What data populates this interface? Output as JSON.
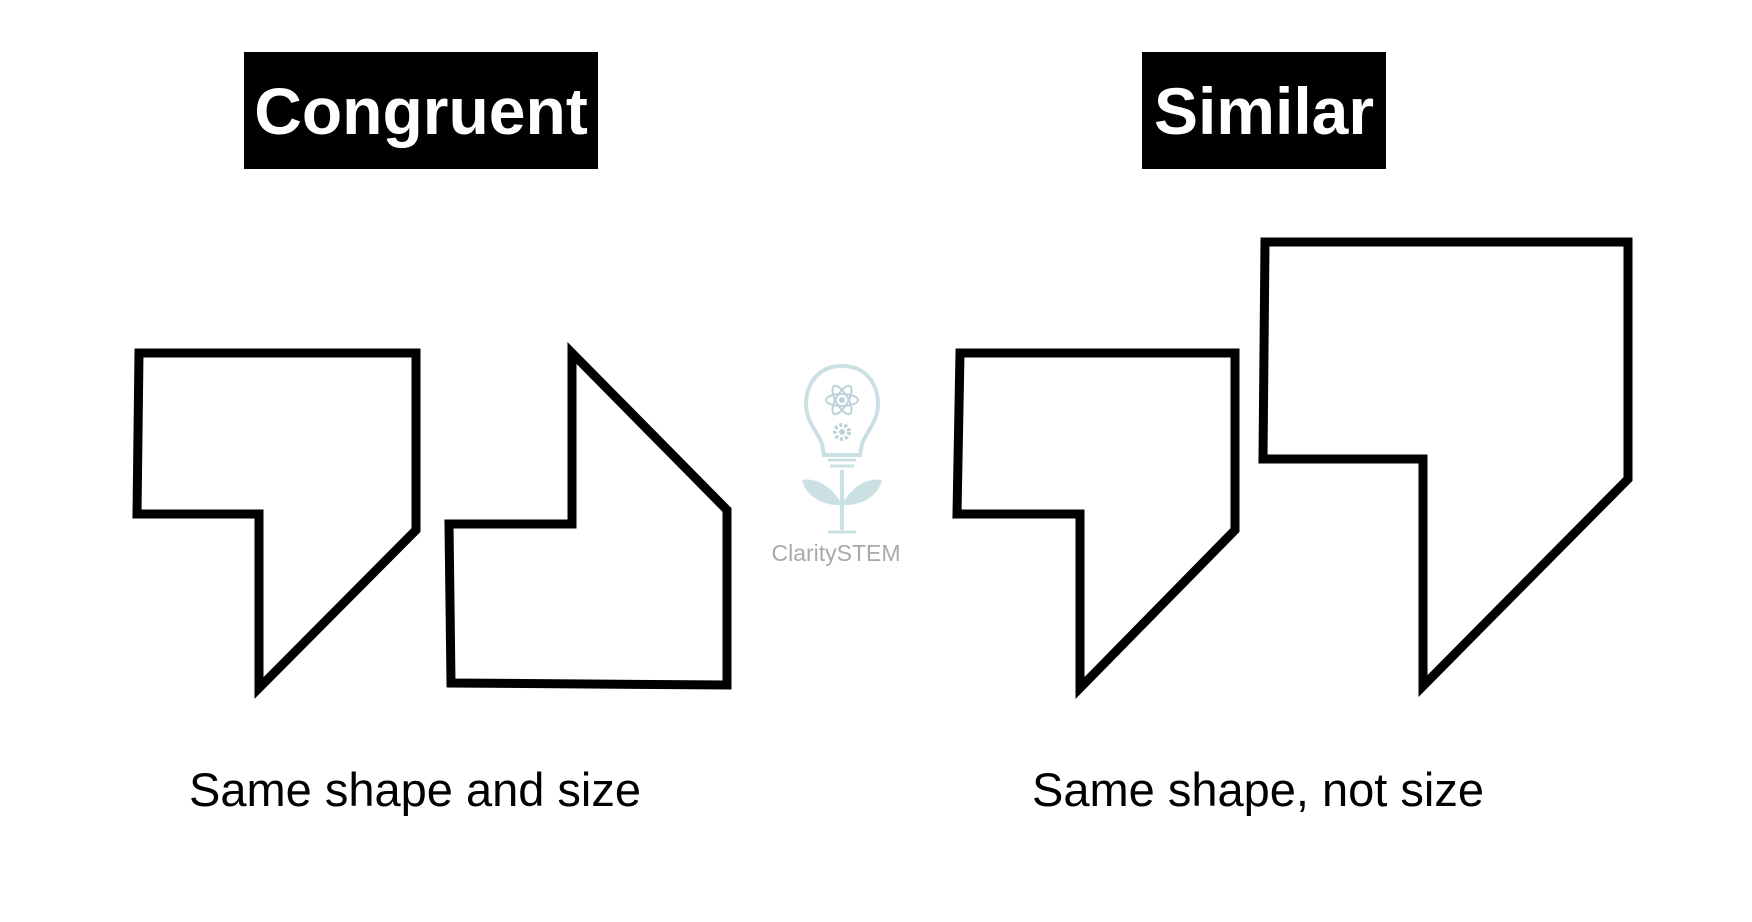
{
  "headings": {
    "congruent": "Congruent",
    "similar": "Similar"
  },
  "captions": {
    "congruent": "Same shape and size",
    "similar": "Same shape, not size"
  },
  "logo": {
    "text": "ClaritySTEM",
    "icon": "lightbulb-plant-icon",
    "color": "#a9a9a9",
    "accent": "#c6dde0"
  },
  "colors": {
    "heading_bg": "#000000",
    "heading_text": "#ffffff",
    "shape_stroke": "#000000",
    "background": "#ffffff"
  }
}
